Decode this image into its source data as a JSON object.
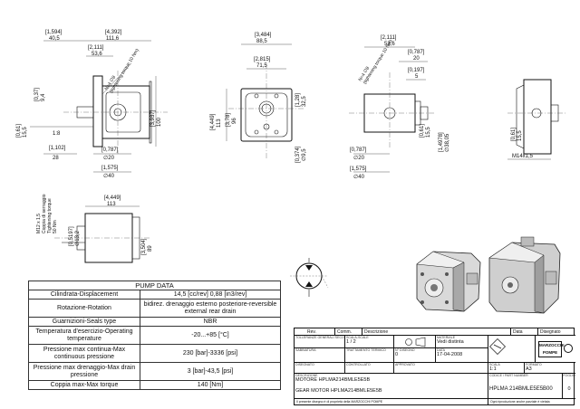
{
  "dimensions": {
    "front_width_inch": "[1,594]",
    "front_width_mm": "40,5",
    "front_total_inch": "[4,392]",
    "front_total_mm": "111,6",
    "front_inner_inch": "[2,111]",
    "front_inner_mm": "53,6",
    "side_037_inch": "[0,37]",
    "side_037_mm": "9,4",
    "hole_note": "N=4 ∅8",
    "hole_note2": "(tightening torque 10 Nm)",
    "side_061_inch": "[0,61]",
    "side_061_mm": "15,5",
    "chamfer": "1:8",
    "shaft_inch": "[1,102]",
    "shaft_mm": "28",
    "shaft_dia_inch": "[0,787]",
    "shaft_dia_mm": "∅20",
    "pilot_inch": "[1,575]",
    "pilot_mm": "∅40",
    "height_inch": "[3,937]",
    "height_mm": "100",
    "rear_w1_inch": "[3,484]",
    "rear_w1_mm": "88,5",
    "rear_w2_inch": "[2,815]",
    "rear_w2_mm": "71,5",
    "rear_128_inch": "[1,28]",
    "rear_128_mm": "32,5",
    "rear_h1_inch": "[4,449]",
    "rear_h1_mm": "113",
    "rear_h2_inch": "[3,78]",
    "rear_h2_mm": "96",
    "rear_0374_inch": "[0,374]",
    "rear_0374_mm": "∅9,5",
    "right_2111_inch": "[2,111]",
    "right_2111_mm": "53,6",
    "right_0787_inch": "[0,787]",
    "right_0787_mm": "20",
    "right_0197_inch": "[0,197]",
    "right_0197_mm": "5",
    "right_061_inch": "[0,61]",
    "right_061_mm": "15,5",
    "right_14978_inch": "[1,4978]",
    "right_14978_mm": "∅38,05",
    "right_0787b_inch": "[0,787]",
    "right_0787b_mm": "∅20",
    "right_1575_inch": "[1,575]",
    "right_1575_mm": "∅40",
    "right_hole_note": "N=4 ∅8",
    "right_hole_note2": "(tightening torque 10 Nm)",
    "far_061_inch": "[0,61]",
    "far_061_mm": "15,5",
    "thread": "M14x1,5",
    "bottom_w_inch": "[4,449]",
    "bottom_w_mm": "113",
    "bottom_h_inch": "[0,5197]",
    "bottom_h_mm": "∅13,2",
    "bottom_h2_inch": "[3,504]",
    "bottom_h2_mm": "89",
    "thread_note": "M12 x 1,5",
    "thread_note2": "Coppia di serraggio",
    "thread_note3": "Tightening torque",
    "thread_note4": "50 Nm"
  },
  "pump_table": {
    "title": "PUMP DATA",
    "rows": [
      {
        "label": "Cilindrata-Displacement",
        "value": "14,5 [cc/rev]   0,88 [in3/rev]"
      },
      {
        "label": "Rotazione-Rotation",
        "value": "bidirez. drenaggio esterno posteriore-reversible external rear drain"
      },
      {
        "label": "Guarnizioni-Seals type",
        "value": "NBR"
      },
      {
        "label": "Temperatura d'esercizio-Operating temperature",
        "value": "-20...+85 [°C]"
      },
      {
        "label": "Pressione max continua-Max continuous pressione",
        "value": "230 [bar]-3336 [psi]"
      },
      {
        "label": "Pressione max drenaggio-Max drain pressione",
        "value": "3 [bar]-43,5 [psi]"
      },
      {
        "label": "Coppia max-Max torque",
        "value": "140 [Nm]"
      }
    ]
  },
  "title_block": {
    "rev_label": "Rev.",
    "comm_label": "Comm.",
    "desc_label": "Descrizione",
    "date_label": "Data",
    "drawer_label": "Disegnato",
    "cap_tol": "TOLLERANZE GENERALI SECONDO",
    "cap_scale": "SCALA-SCALE",
    "scale": "1 / 2",
    "cap_material": "MATERIALE",
    "material": "Vedi distinta",
    "cap_sandblast": "SABBIATURA",
    "cap_heat": "TRATTAMENTO TERMICO",
    "cap_n_disegno": "N° DISEGNO",
    "n_disegno": "0",
    "cap_date": "DATA",
    "date": "17-04-2008",
    "cap_drawn": "DISEGNATO",
    "cap_checked": "CONTROLLATO",
    "cap_approved": "APPROVATO",
    "cap_scale2": "SCALA",
    "scale2": "1:1",
    "cap_format": "FORMATO",
    "format": "A3",
    "cap_descr": "DESCRIZIONE",
    "descr_it": "MOTORE HPLMA214BMLE5E5B",
    "descr_en": "GEAR MOTOR HPLMA214BMLE5E5B",
    "cap_code": "CODICE / PART NUMBER",
    "code": "HPLMA 214BMLE5E5B00",
    "cap_sheet": "FOGLIO",
    "sheet": "0",
    "brand_line1": "MARZOCCHI",
    "brand_line2": "POMPE",
    "footer_left": "Il presente disegno è di proprietà della MARZOCCHI POMPE",
    "footer_right": "Ogni riproduzione anche parziale è vietata"
  }
}
